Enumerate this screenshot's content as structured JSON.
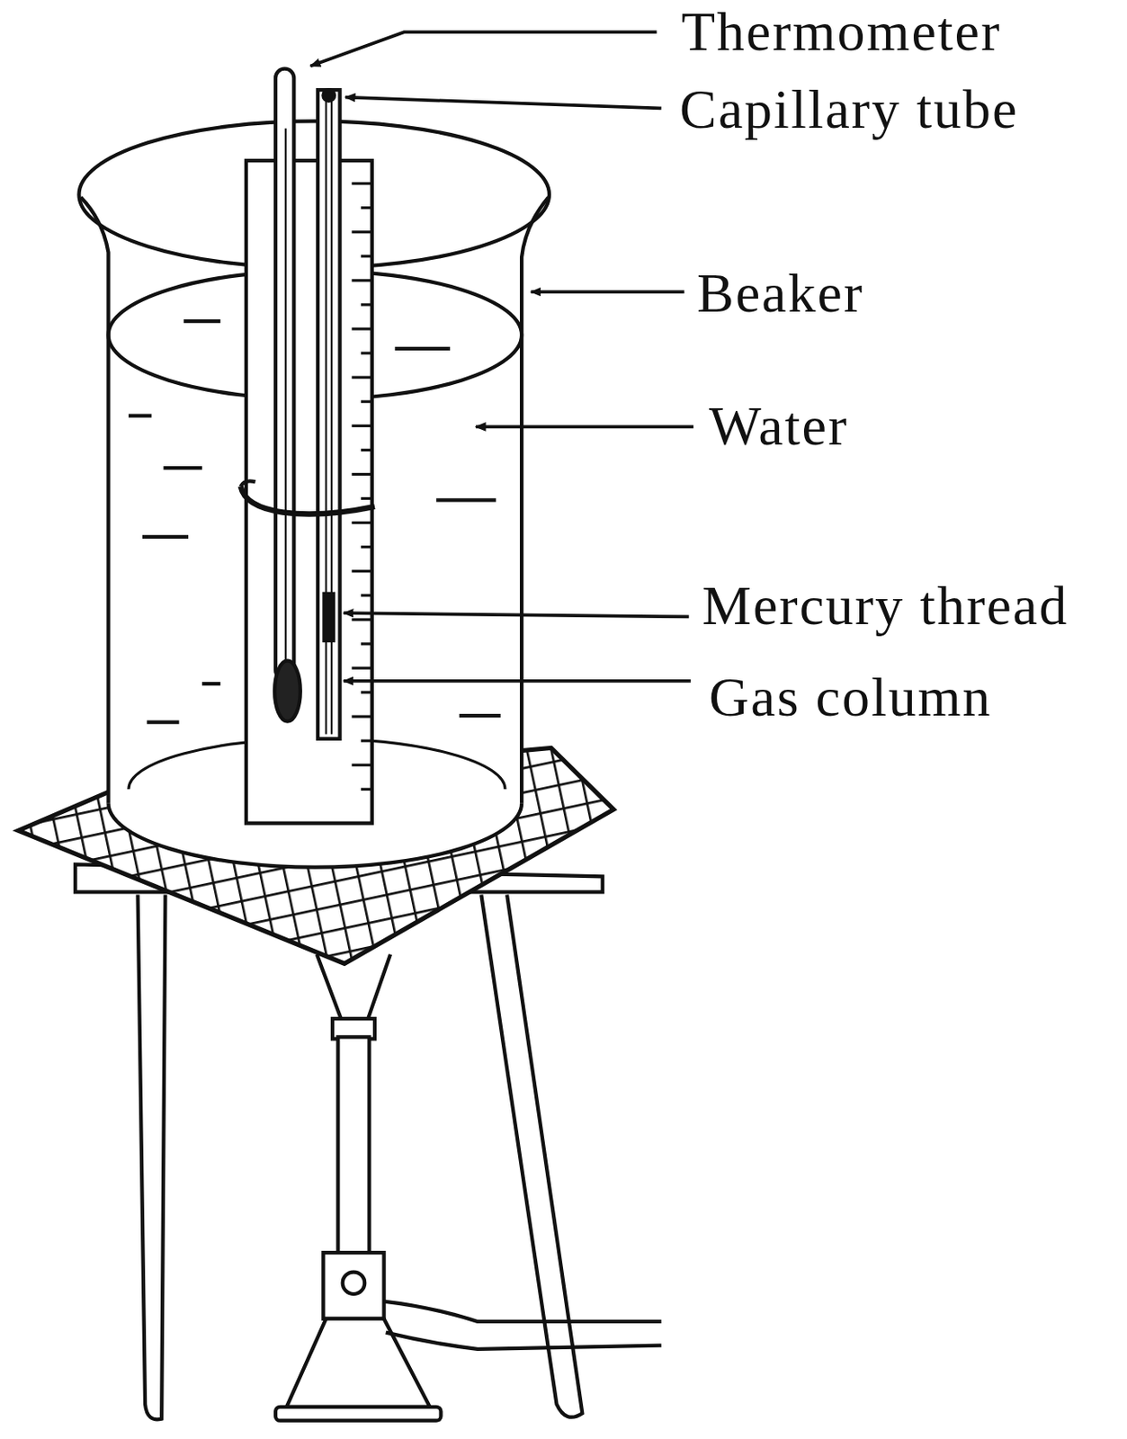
{
  "diagram": {
    "labels": [
      "Thermometer",
      "Capillary tube",
      "Beaker",
      "Water",
      "Mercury thread",
      "Gas column"
    ]
  }
}
